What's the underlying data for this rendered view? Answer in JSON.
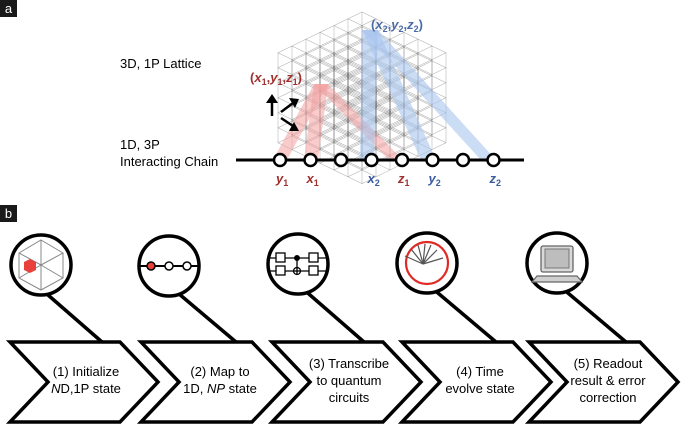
{
  "panel_a": {
    "tag": "a",
    "lattice_label": "3D, 1P Lattice",
    "chain_label_line1": "1D, 3P",
    "chain_label_line2": "Interacting Chain",
    "point1": {
      "open": "(",
      "x": "x",
      "s1": "1",
      "c1": ",",
      "y": "y",
      "s2": "1",
      "c2": ",",
      "z": "z",
      "s3": "1",
      "close": ")"
    },
    "point2": {
      "open": "(",
      "x": "x",
      "s1": "2",
      "c1": ",",
      "y": "y",
      "s2": "2",
      "c2": ",",
      "z": "z",
      "s3": "2",
      "close": ")"
    },
    "chain_sites": [
      {
        "var": "y",
        "sub": "1",
        "color": "red"
      },
      {
        "var": "x",
        "sub": "1",
        "color": "red"
      },
      {
        "var": "",
        "sub": "",
        "color": "none"
      },
      {
        "var": "x",
        "sub": "2",
        "color": "blue"
      },
      {
        "var": "z",
        "sub": "1",
        "color": "red"
      },
      {
        "var": "y",
        "sub": "2",
        "color": "blue"
      },
      {
        "var": "",
        "sub": "",
        "color": "none"
      },
      {
        "var": "z",
        "sub": "2",
        "color": "blue"
      }
    ],
    "colors": {
      "red": "#a0302e",
      "blue": "#3c5da0",
      "red_beam": "#f4a0a0",
      "blue_beam": "#a9c4ee"
    }
  },
  "panel_b": {
    "tag": "b",
    "steps": [
      {
        "icon": "lattice-cube-icon",
        "line1": "(1) Initialize",
        "line2a_italic": "N",
        "line2b": "D,1P state",
        "line3": ""
      },
      {
        "icon": "chain-icon",
        "line1": "(2) Map to",
        "line2a": "1D, ",
        "line2b_italic": "NP",
        "line2c": " state",
        "line3": ""
      },
      {
        "icon": "circuit-icon",
        "line1": "(3) Transcribe",
        "line2": "to quantum",
        "line3": "circuits"
      },
      {
        "icon": "clock-icon",
        "line1": "(4) Time",
        "line2": "evolve state",
        "line3": ""
      },
      {
        "icon": "computer-icon",
        "line1": "(5) Readout",
        "line2": "result & error",
        "line3": "correction"
      }
    ]
  }
}
